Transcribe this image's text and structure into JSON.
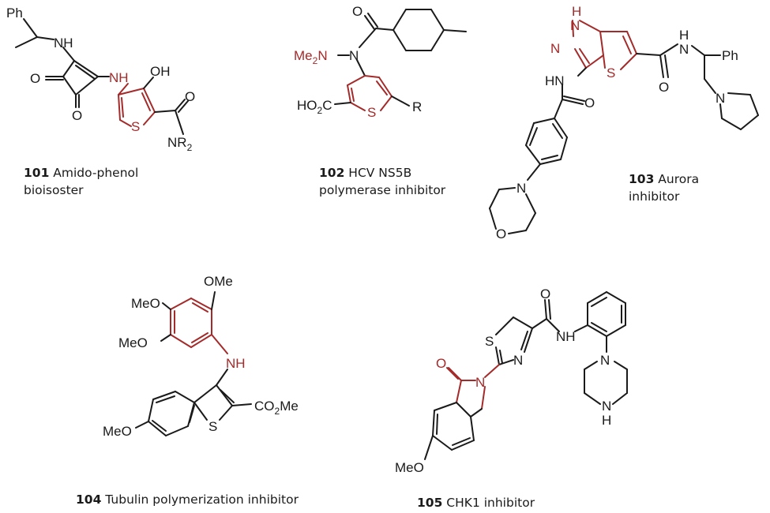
{
  "colors": {
    "ink": "#1a1a1a",
    "highlight": "#a52a2a",
    "background": "#ffffff"
  },
  "compounds": [
    {
      "id": "101",
      "caption_line1": "Amido-phenol",
      "caption_line2": "bioisoster",
      "atoms": {
        "ph": "Ph",
        "nh_top": "NH",
        "o_left": "O",
        "o_bottom": "O",
        "nh_red": "NH",
        "oh": "OH",
        "o_amide": "O",
        "nr2": "NR",
        "nr2_sub": "2",
        "s": "S"
      }
    },
    {
      "id": "102",
      "caption_line1": "HCV NS5B",
      "caption_line2": "polymerase inhibitor",
      "atoms": {
        "o_top": "O",
        "me2n": "Me",
        "me2n_sub": "2",
        "me2n_n": "N",
        "n": "N",
        "ho2c": "HO",
        "ho2c_sub": "2",
        "ho2c_c": "C",
        "s": "S",
        "r": "R"
      }
    },
    {
      "id": "103",
      "caption_line1": "Aurora",
      "caption_line2": "inhibitor",
      "atoms": {
        "h": "H",
        "n_top": "N",
        "n_left": "N",
        "hn": "HN",
        "s": "S",
        "o_amide": "O",
        "nh": "N",
        "nh_h": "H",
        "ph": "Ph",
        "o_benz": "O",
        "n_pyr": "N",
        "n_morph": "N",
        "o_morph": "O"
      }
    },
    {
      "id": "104",
      "caption": "Tubulin polymerization inhibitor",
      "atoms": {
        "ome_top": "OMe",
        "meo_mid": "MeO",
        "meo_low": "MeO",
        "nh": "NH",
        "co2me": "CO",
        "co2me_sub": "2",
        "co2me_me": "Me",
        "meo_bot": "MeO",
        "s": "S"
      }
    },
    {
      "id": "105",
      "caption": "CHK1 inhibitor",
      "atoms": {
        "o_amide": "O",
        "s": "S",
        "n_thz": "N",
        "nh": "NH",
        "o_lactam": "O",
        "n_lactam": "N",
        "n_pip_top": "N",
        "n_pip_bot": "N",
        "n_pip_h": "H",
        "meo": "MeO"
      }
    }
  ]
}
